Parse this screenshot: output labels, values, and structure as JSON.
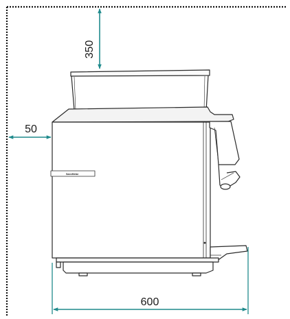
{
  "dimensions": {
    "top_clearance": "350",
    "left_clearance": "50",
    "width": "600"
  },
  "machine": {
    "brand_label": "SaeoMetar"
  },
  "colors": {
    "dimension_line": "#1f8a8c",
    "boundary": "#111111",
    "outline": "#2a2a2a",
    "background": "#ffffff"
  }
}
